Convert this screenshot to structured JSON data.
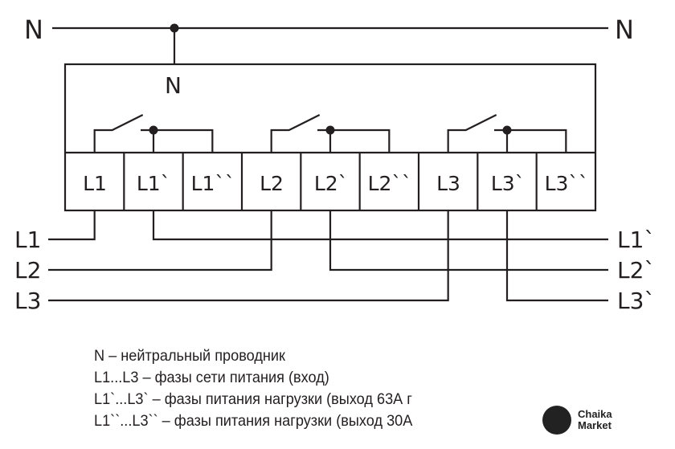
{
  "neutral": {
    "left_label": "N",
    "right_label": "N",
    "device_label": "N"
  },
  "terminals": [
    "L1",
    "L1`",
    "L1``",
    "L2",
    "L2`",
    "L2``",
    "L3",
    "L3`",
    "L3``"
  ],
  "inputs": [
    "L1",
    "L2",
    "L3"
  ],
  "outputs": [
    "L1`",
    "L2`",
    "L3`"
  ],
  "legend": [
    "N – нейтральный проводник",
    "L1...L3 – фазы сети питания (вход)",
    "L1`...L3` – фазы питания нагрузки (выход 63А г",
    "L1``...L3`` – фазы питания нагрузки (выход 30А"
  ],
  "watermark": {
    "line1": "Chaika",
    "line2": "Market"
  }
}
